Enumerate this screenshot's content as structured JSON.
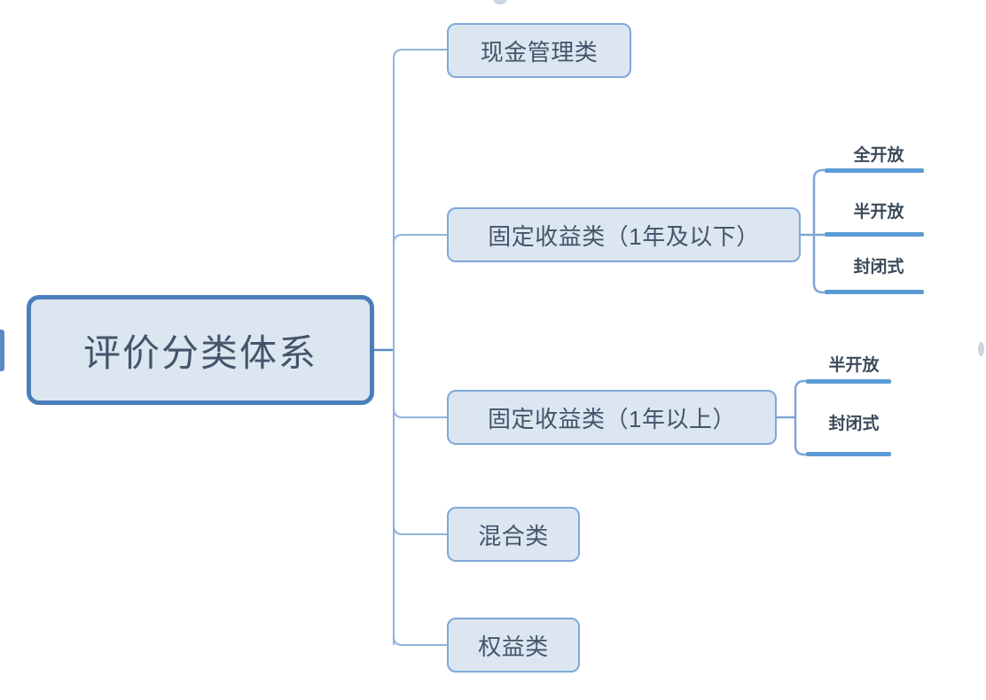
{
  "diagram": {
    "type": "mind-map",
    "title_text": "评价分类体系",
    "colors": {
      "node_fill": "#dce6f1",
      "node_border": "#7fa8d9",
      "root_border": "#4a7ebb",
      "connector": "#8fb3dd",
      "leaf_bar": "#5b9bd5",
      "text": "#44546a",
      "background": "#ffffff"
    },
    "root": {
      "label": "评价分类体系"
    },
    "branches": [
      {
        "label": "现金管理类",
        "leaves": []
      },
      {
        "label": "固定收益类（1年及以下）",
        "leaves": [
          {
            "label": "全开放"
          },
          {
            "label": "半开放"
          },
          {
            "label": "封闭式"
          }
        ]
      },
      {
        "label": "固定收益类（1年以上）",
        "leaves": [
          {
            "label": "半开放"
          },
          {
            "label": "封闭式"
          }
        ]
      },
      {
        "label": "混合类",
        "leaves": []
      },
      {
        "label": "权益类",
        "leaves": []
      }
    ]
  }
}
